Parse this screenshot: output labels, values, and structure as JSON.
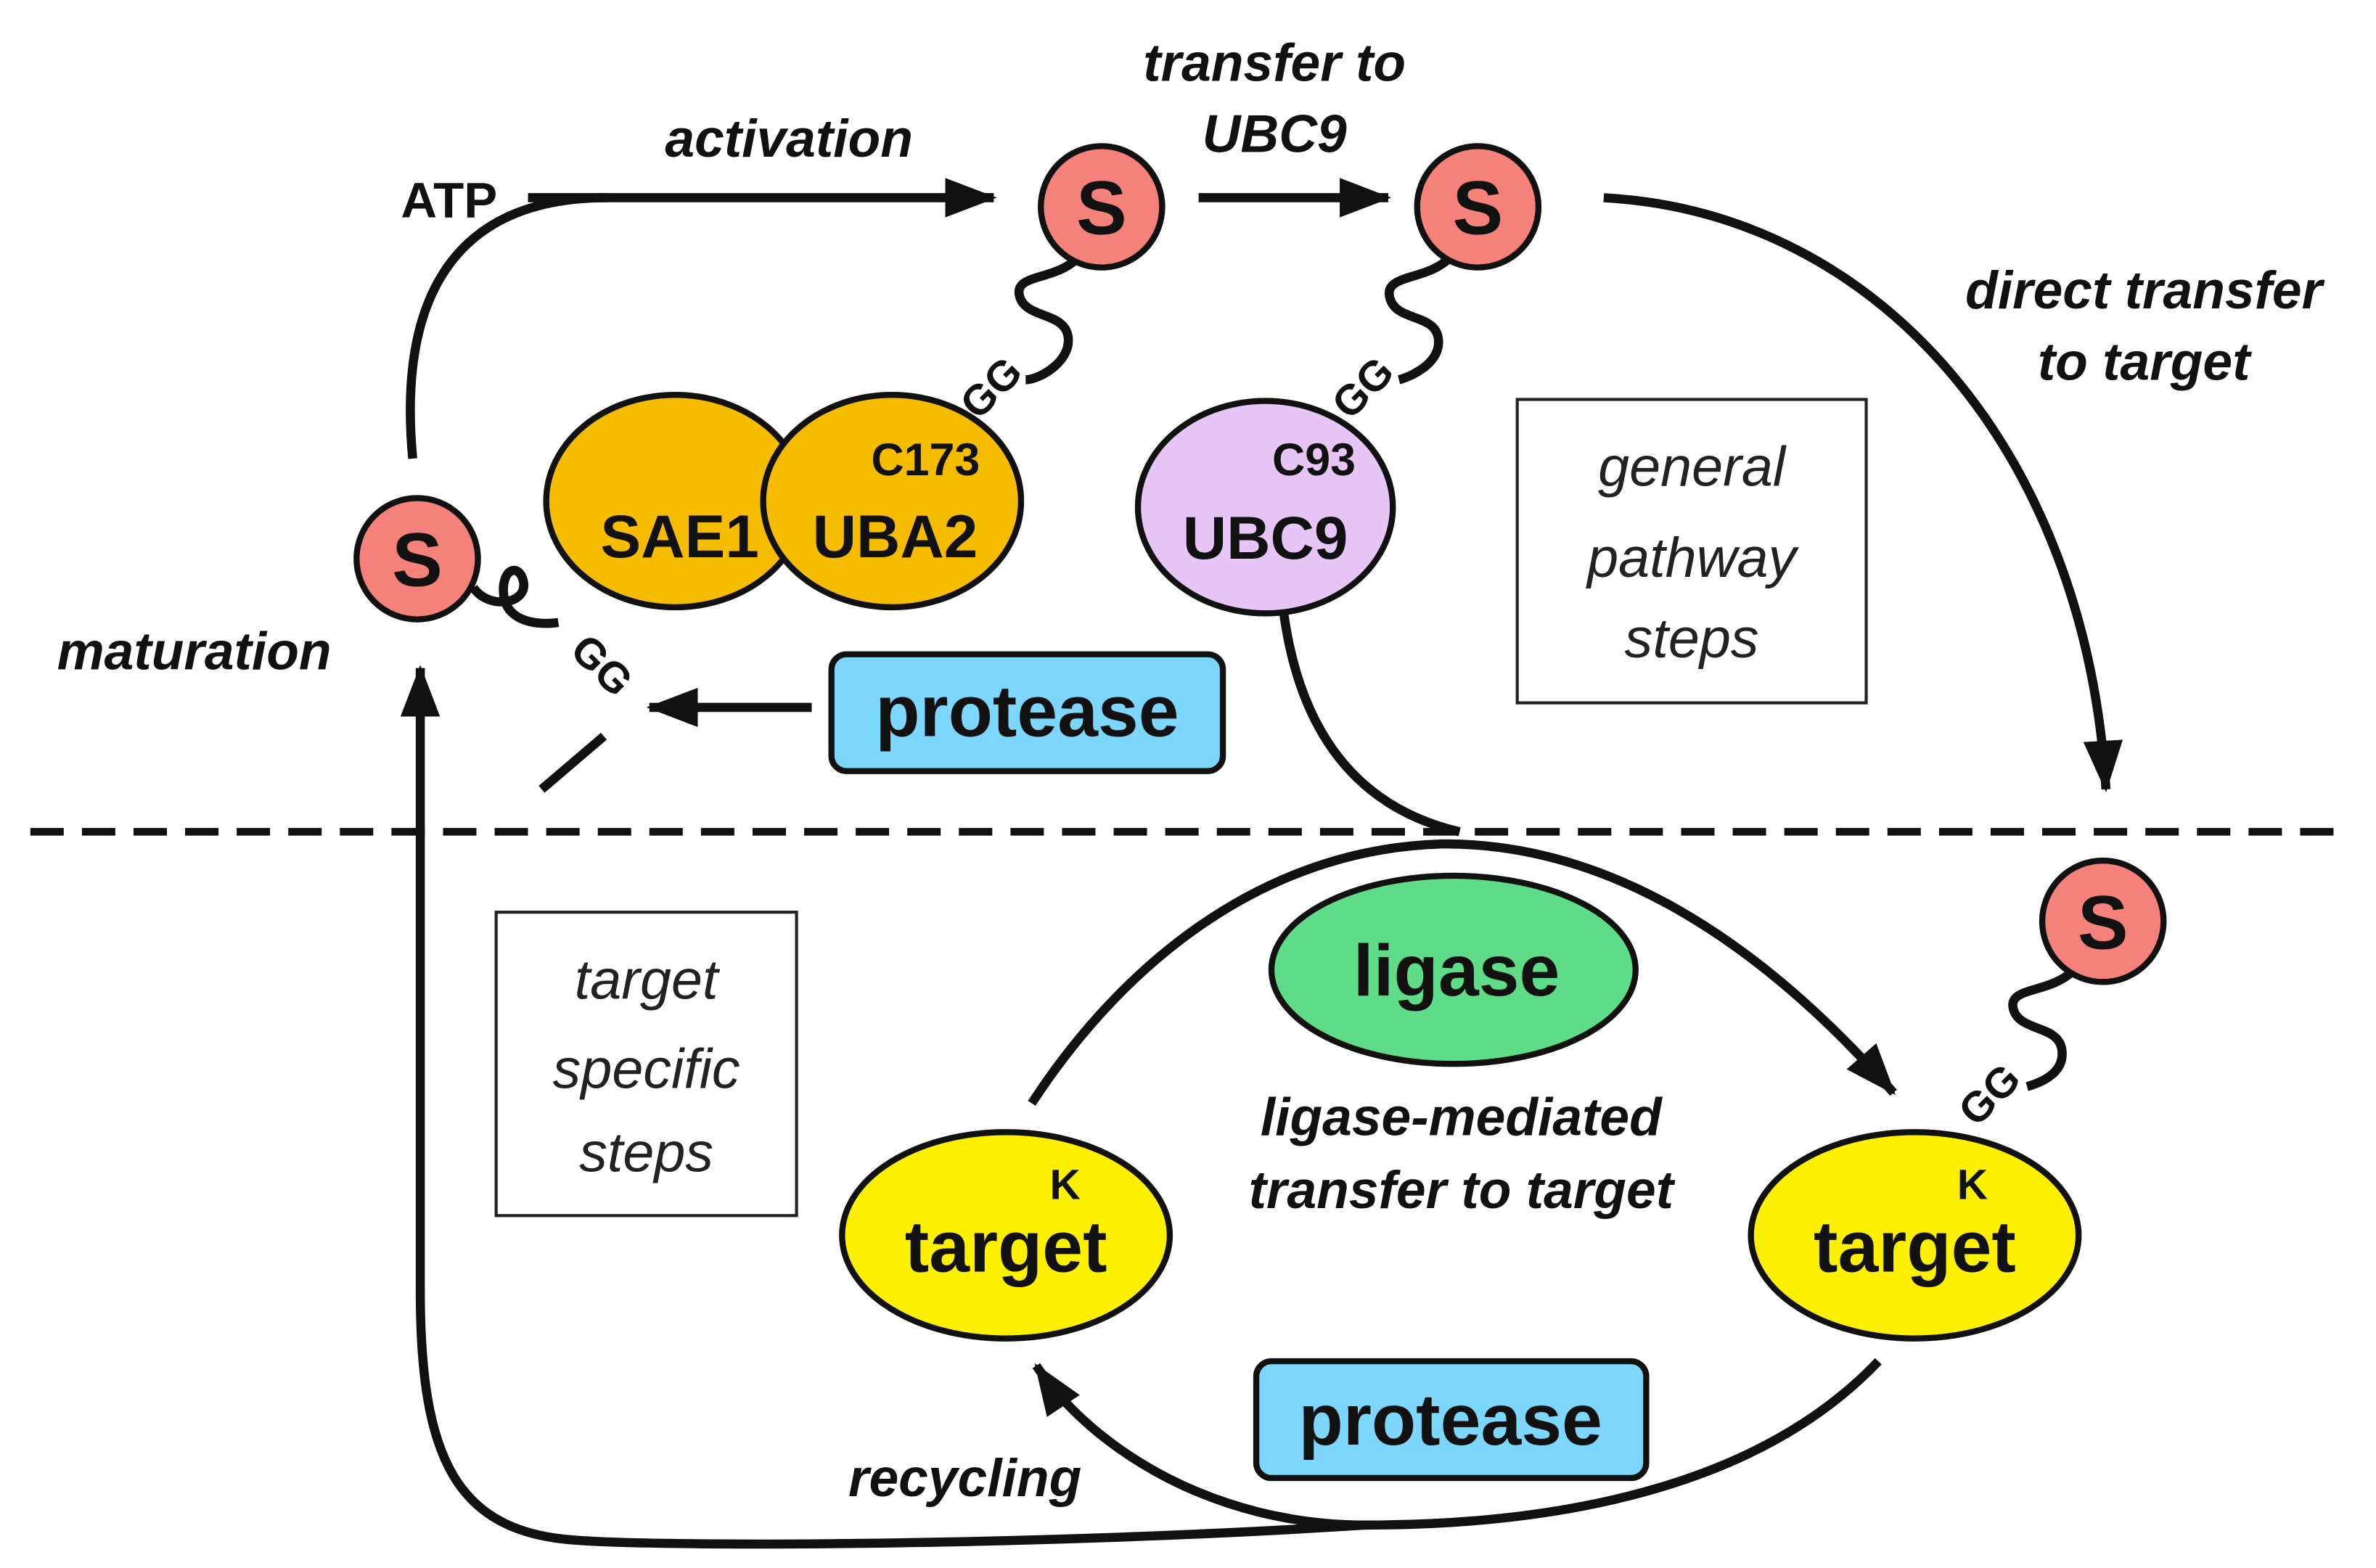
{
  "sumo_label": "S",
  "gg_label": "GG",
  "labels": {
    "atp": "ATP",
    "activation": "activation",
    "transfer_ubc9_line1": "transfer to",
    "transfer_ubc9_line2": "UBC9",
    "direct_line1": "direct transfer",
    "direct_line2": "to target",
    "maturation": "maturation",
    "ligase_mediated_line1": "ligase-mediated",
    "ligase_mediated_line2": "transfer to target",
    "recycling": "recycling"
  },
  "enzymes": {
    "sae1": "SAE1",
    "uba2": "UBA2",
    "uba2_site": "C173",
    "ubc9": "UBC9",
    "ubc9_site": "C93",
    "ligase": "ligase",
    "protease": "protease",
    "target": "target",
    "target_site": "K"
  },
  "boxes": {
    "general": [
      "general",
      "pathway",
      "steps"
    ],
    "target_specific": [
      "target",
      "specific",
      "steps"
    ]
  },
  "colors": {
    "sumo": "#f4827a",
    "e1": "#f6bc00",
    "e2": "#e7c6f7",
    "ligase": "#5edc88",
    "protease": "#7dd6fb",
    "target": "#fdf000",
    "stroke": "#111111"
  }
}
